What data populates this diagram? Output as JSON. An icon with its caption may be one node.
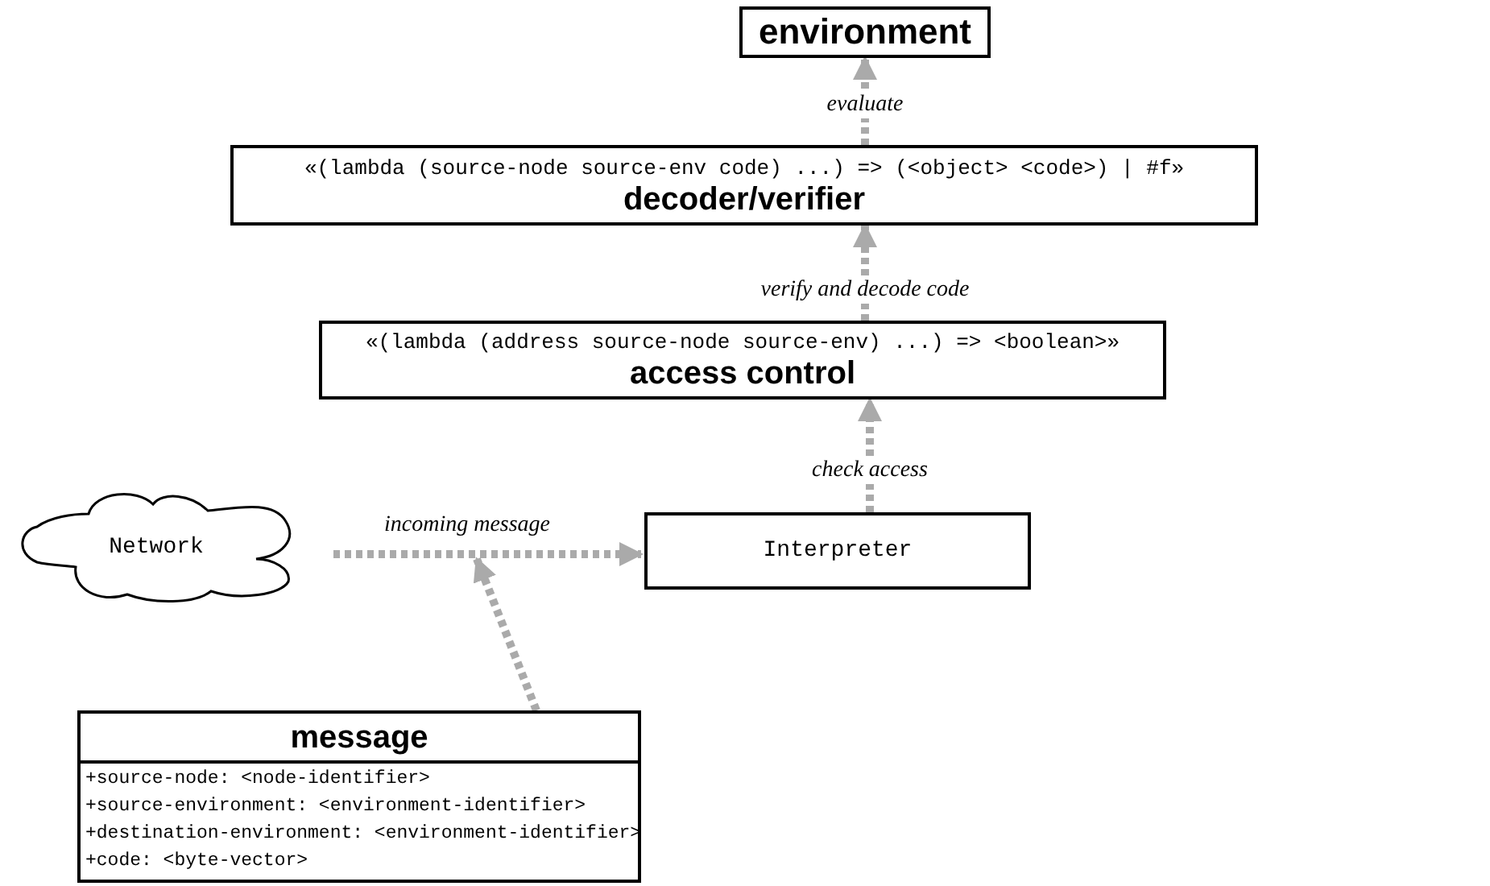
{
  "diagram": {
    "nodes": [
      {
        "text": [
          "environment"
        ]
      },
      {
        "text": [
          "«(lambda (source-node source-env code) ...) => (<object> <code>) | #f»",
          "decoder/verifier"
        ]
      },
      {
        "text": [
          "«(lambda (address source-node source-env) ...) => <boolean>»",
          "access control"
        ]
      },
      {
        "text": [
          "Network"
        ]
      },
      {
        "text": [
          "Interpreter"
        ]
      },
      {
        "text": [
          "message",
          "+source-node: <node-identifier>",
          "+source-environment: <environment-identifier>",
          "+destination-environment: <environment-identifier>",
          "+code: <byte-vector>"
        ]
      }
    ],
    "edges": [
      {
        "from": 3,
        "to": 4,
        "arrow": "to",
        "label": "incoming message",
        "style": "dashed"
      },
      {
        "from": 5,
        "to": null,
        "arrow": "to",
        "style": "dashed"
      },
      {
        "from": 4,
        "to": 2,
        "arrow": "to",
        "label": "check access",
        "style": "dashed"
      },
      {
        "from": 2,
        "to": 1,
        "arrow": "to",
        "label": "verify and decode code",
        "style": "dashed"
      },
      {
        "from": 1,
        "to": 0,
        "arrow": "to",
        "label": "evaluate",
        "style": "dashed"
      }
    ]
  }
}
